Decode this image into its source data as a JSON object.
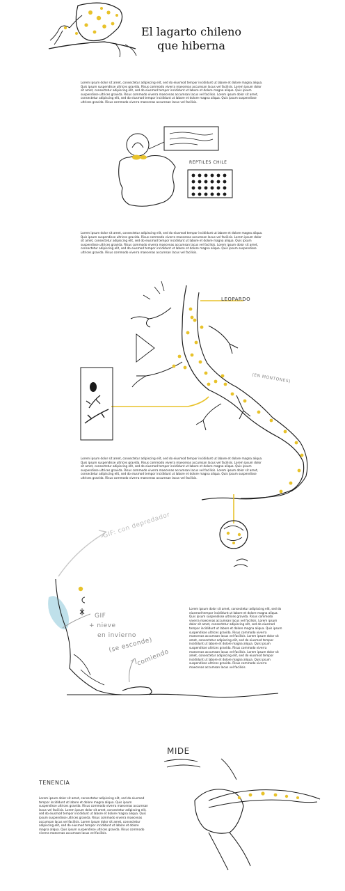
{
  "page": {
    "title_line1": "El lagarto chileno",
    "title_line2": "que hiberna"
  },
  "paragraphs": {
    "intro": "Lorem ipsum dolor sit amet, consectetur adipiscing elit, sed do eiusmod tempor incididunt ut labore et dolore magna aliqua. Quis ipsum suspendisse ultrices gravida. Risus commodo viverra maecenas accumsan lacus vel facilisis. Lorem ipsum dolor sit amet, consectetur adipiscing elit, sed do eiusmod tempor incididunt ut labore et dolore magna aliqua. Quis ipsum suspendisse ultrices gravida. Risus commodo viverra maecenas accumsan lacus vel facilisis. Lorem ipsum dolor sit amet, consectetur adipiscing elit, sed do eiusmod tempor incididunt ut labore et dolore magna aliqua. Quis ipsum suspendisse ultrices gravida. Risus commodo viverra maecenas accumsan lacus vel facilisis.",
    "second": "Lorem ipsum dolor sit amet, consectetur adipiscing elit, sed do eiusmod tempor incididunt ut labore et dolore magna aliqua. Quis ipsum suspendisse ultrices gravida. Risus commodo viverra maecenas accumsan lacus vel facilisis. Lorem ipsum dolor sit amet, consectetur adipiscing elit, sed do eiusmod tempor incididunt ut labore et dolore magna aliqua. Quis ipsum suspendisse ultrices gravida. Risus commodo viverra maecenas accumsan lacus vel facilisis. Lorem ipsum dolor sit amet, consectetur adipiscing elit, sed do eiusmod tempor incididunt ut labore et dolore magna aliqua. Quis ipsum suspendisse ultrices gravida. Risus commodo viverra maecenas accumsan lacus vel facilisis.",
    "third": "Lorem ipsum dolor sit amet, consectetur adipiscing elit, sed do eiusmod tempor incididunt ut labore et dolore magna aliqua. Quis ipsum suspendisse ultrices gravida. Risus commodo viverra maecenas accumsan lacus vel facilisis. Lorem ipsum dolor sit amet, consectetur adipiscing elit, sed do eiusmod tempor incididunt ut labore et dolore magna aliqua. Quis ipsum suspendisse ultrices gravida. Risus commodo viverra maecenas accumsan lacus vel facilisis. Lorem ipsum dolor sit amet, consectetur adipiscing elit, sed do eiusmod tempor incididunt ut labore et dolore magna aliqua. Quis ipsum suspendisse ultrices gravida. Risus commodo viverra maecenas accumsan lacus vel facilisis.",
    "fourth": "Lorem ipsum dolor sit amet, consectetur adipiscing elit, sed do eiusmod tempor incididunt ut labore et dolore magna aliqua. Quis ipsum suspendisse ultrices gravida. Risus commodo viverra maecenas accumsan lacus vel facilisis. Lorem ipsum dolor sit amet, consectetur adipiscing elit, sed do eiusmod tempor incididunt ut labore et dolore magna aliqua. Quis ipsum suspendisse ultrices gravida. Risus commodo viverra maecenas accumsan lacus vel facilisis. Lorem ipsum dolor sit amet, consectetur adipiscing elit, sed do eiusmod tempor incididunt ut labore et dolore magna aliqua. Quis ipsum suspendisse ultrices gravida. Risus commodo viverra maecenas accumsan lacus vel facilisis. Lorem ipsum dolor sit amet, consectetur adipiscing elit, sed do eiusmod tempor incididunt ut labore et dolore magna aliqua. Quis ipsum suspendisse ultrices gravida. Risus commodo viverra maecenas accumsan lacus vel facilisis.",
    "fifth": "Lorem ipsum dolor sit amet, consectetur adipiscing elit, sed do eiusmod tempor incididunt ut labore et dolore magna aliqua. Quis ipsum suspendisse ultrices gravida. Risus commodo viverra maecenas accumsan lacus vel facilisis. Lorem ipsum dolor sit amet, consectetur adipiscing elit, sed do eiusmod tempor incididunt ut labore et dolore magna aliqua. Quis ipsum suspendisse ultrices gravida. Risus commodo viverra maecenas accumsan lacus vel facilisis. Lorem ipsum dolor sit amet, consectetur adipiscing elit, sed do eiusmod tempor incididunt ut labore et dolore magna aliqua. Quis ipsum suspendisse ultrices gravida. Risus commodo viverra maecenas accumsan lacus vel facilisis."
  },
  "annotations": {
    "reptiles_chile": "REPTILES CHILE",
    "leopardo": "LEOPARDO",
    "en_montones": "(EN MONTONES)",
    "gif_depredador": "GIF: con depredador",
    "gif_nieve": "GIF",
    "nieve": "+ nieve",
    "invierno": "en invierno",
    "se_esconde": "(se esconde)",
    "comiendo": "comiendo",
    "tenencia": "TENENCIA",
    "mide": "MIDE"
  },
  "colors": {
    "accent_yellow": "#e8c22a",
    "ink": "#1a1a1a",
    "grey_ink": "#9a9a9a",
    "ice_blue": "#bfe0ea"
  }
}
